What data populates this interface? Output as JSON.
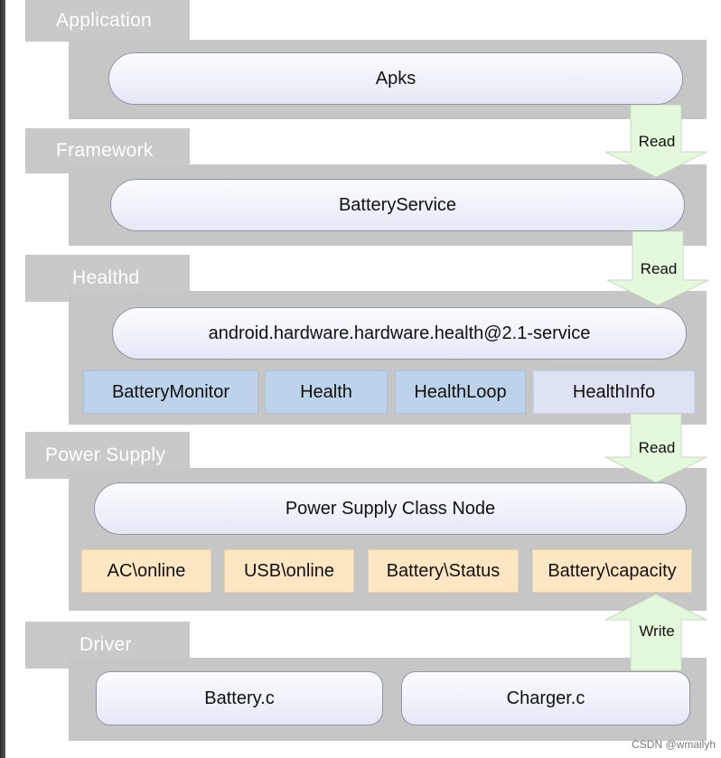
{
  "layers": {
    "application": {
      "label": "Application",
      "box": "Apks"
    },
    "framework": {
      "label": "Framework",
      "box": "BatteryService"
    },
    "healthd": {
      "label": "Healthd",
      "box": "android.hardware.hardware.health@2.1-service",
      "tiles": [
        "BatteryMonitor",
        "Health",
        "HealthLoop",
        "HealthInfo"
      ]
    },
    "power_supply": {
      "label": "Power Supply",
      "box": "Power Supply Class Node",
      "tiles": [
        "AC\\online",
        "USB\\online",
        "Battery\\Status",
        "Battery\\capacity"
      ]
    },
    "driver": {
      "label": "Driver",
      "boxes": [
        "Battery.c",
        "Charger.c"
      ]
    }
  },
  "arrows": {
    "read_1": "Read",
    "read_2": "Read",
    "read_3": "Read",
    "write": "Write"
  },
  "watermark": "CSDN @wmailyh",
  "colors": {
    "layer_gray": "#c6c6c6",
    "tile_blue": "#bcd3ea",
    "tile_lavender": "#dde3f3",
    "tile_cream": "#fde7c2",
    "arrow_green": "#e4f8dc"
  }
}
